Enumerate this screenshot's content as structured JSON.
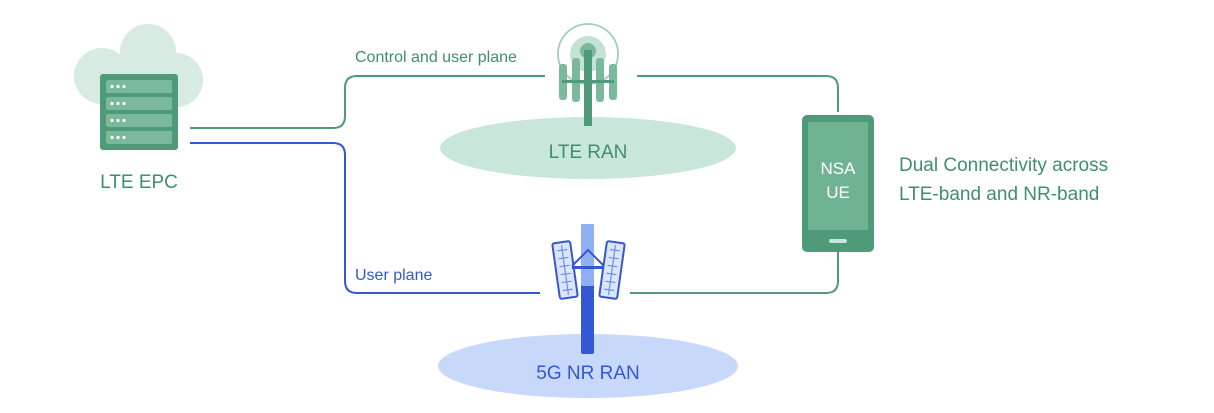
{
  "epc": {
    "label": "LTE EPC"
  },
  "lte": {
    "label": "LTE RAN",
    "link_label": "Control and user plane"
  },
  "nr": {
    "label": "5G NR RAN",
    "link_label": "User plane"
  },
  "ue": {
    "line1": "NSA",
    "line2": "UE"
  },
  "description": {
    "line1": "Dual Connectivity across",
    "line2": "LTE-band and NR-band"
  },
  "colors": {
    "green_text": "#3f8f6e",
    "green_line": "#4f9a78",
    "green_device": "#5aa888",
    "green_light": "#c9e6da",
    "blue_line": "#3457d5",
    "blue_light": "#c8d8fb",
    "cloud": "#d7ebe2"
  }
}
